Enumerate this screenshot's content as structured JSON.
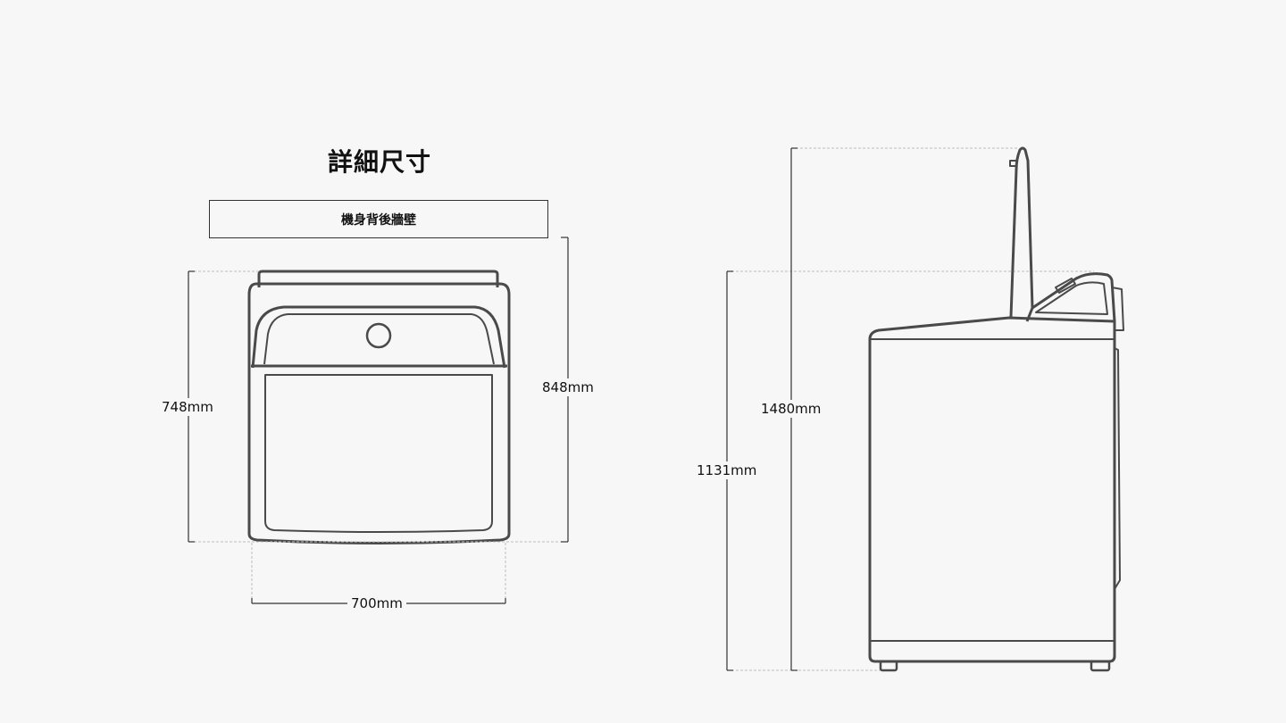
{
  "title": "詳細尺寸",
  "wall_label": "機身背後牆壁",
  "dimensions": {
    "front_height": "748mm",
    "depth": "848mm",
    "width": "700mm",
    "lid_open_height": "1480mm",
    "body_height": "1131mm"
  },
  "colors": {
    "background": "#f7f7f7",
    "outline": "#4a4a4a",
    "dimension_line": "#333333",
    "guide_line": "#bdbdbd"
  }
}
